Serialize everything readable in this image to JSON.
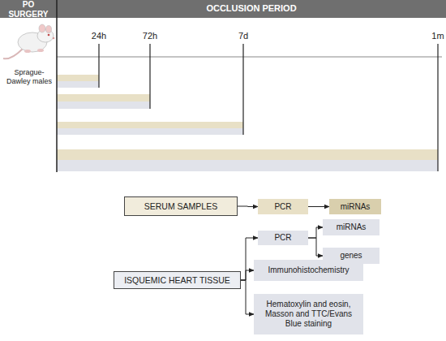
{
  "diagram": {
    "nodes": [
      {
        "text": [
          "PO SURGERY"
        ]
      },
      {
        "text": [
          "OCCLUSION PERIOD"
        ]
      },
      {
        "text": [
          "SERUM SAMPLES"
        ]
      },
      {
        "text": [
          "PCR"
        ]
      },
      {
        "text": [
          "miRNAs"
        ]
      },
      {
        "text": [
          "ISQUEMIC HEART TISSUE"
        ]
      },
      {
        "text": [
          "PCR"
        ]
      },
      {
        "text": [
          "miRNAs"
        ]
      },
      {
        "text": [
          "genes"
        ]
      },
      {
        "text": [
          "Immunohistochemistry"
        ]
      },
      {
        "text": [
          "Hematoxylin and eosin, Masson and TTC/Evans Blue staining"
        ]
      }
    ],
    "edges": [
      {
        "from": 2,
        "to": 3,
        "arrow": "to"
      },
      {
        "from": 3,
        "to": 4,
        "arrow": "to"
      },
      {
        "from": 5,
        "to": 6,
        "arrow": "to"
      },
      {
        "from": 6,
        "to": 7,
        "arrow": "to"
      },
      {
        "from": 6,
        "to": 8,
        "arrow": "to"
      },
      {
        "from": 5,
        "to": 9,
        "arrow": "to"
      },
      {
        "from": 5,
        "to": 10,
        "arrow": "to"
      }
    ],
    "labels": [
      "24h",
      "72h",
      "7d",
      "1m",
      "Sprague-Dawley males"
    ]
  }
}
